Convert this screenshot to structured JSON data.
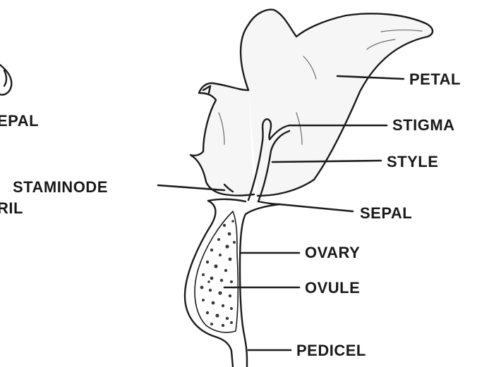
{
  "labels": {
    "petal": "PETAL",
    "stigma": "STIGMA",
    "style": "STYLE",
    "staminode": "STAMINODE",
    "sepal": "SEPAL",
    "ovary": "OVARY",
    "ovule": "OVULE",
    "pedicel": "PEDICEL"
  },
  "left_fragments": {
    "sepal_partial": "EPAL",
    "tendril_partial": "RIL"
  },
  "colors": {
    "ink": "#1c1c1c",
    "background": "#ffffff"
  }
}
